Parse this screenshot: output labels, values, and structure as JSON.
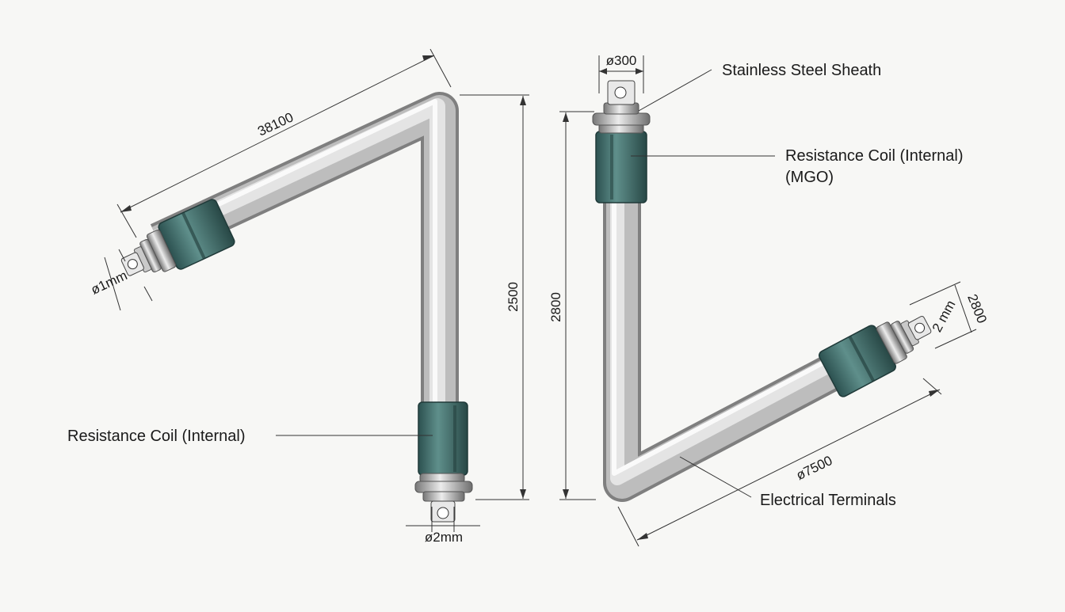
{
  "labels": {
    "stainless_steel_sheath": "Stainless Steel Sheath",
    "resistance_coil_internal_line1": "Resistance Coil (Internal)",
    "resistance_coil_internal_line2": "(MGO)",
    "resistance_coil_internal_left": "Resistance Coil (Internal)",
    "electrical_terminals": "Electrical Terminals"
  },
  "dimensions": {
    "left_diagonal_length": "38100",
    "left_vertical_height": "2500",
    "left_bottom_terminal_diameter": "ø2mm",
    "left_end_terminal_diameter": "ø1mm",
    "right_top_terminal_diameter": "ø300",
    "right_vertical_height": "2800",
    "right_end_terminal_height": "2800",
    "right_end_terminal_diameter": "2 mm",
    "right_diagonal_length": "ø7500"
  },
  "colors": {
    "sheath_light": "#f4f4f4",
    "sheath_dark": "#8f8f8f",
    "coil_teal": "#3f6f6c",
    "line": "#333333"
  }
}
